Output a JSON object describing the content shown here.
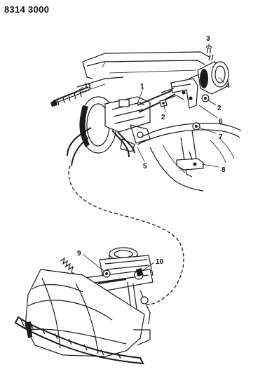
{
  "header": {
    "part_number": "8314 3000"
  },
  "callouts": [
    {
      "id": "c1",
      "label": "1"
    },
    {
      "id": "c2a",
      "label": "2"
    },
    {
      "id": "c2b",
      "label": "2"
    },
    {
      "id": "c3",
      "label": "3"
    },
    {
      "id": "c4",
      "label": "4"
    },
    {
      "id": "c5",
      "label": "5"
    },
    {
      "id": "c6",
      "label": "6"
    },
    {
      "id": "c7",
      "label": "7"
    },
    {
      "id": "c8",
      "label": "8"
    },
    {
      "id": "c9",
      "label": "9"
    },
    {
      "id": "c10",
      "label": "10"
    },
    {
      "id": "c11",
      "label": "11"
    }
  ]
}
